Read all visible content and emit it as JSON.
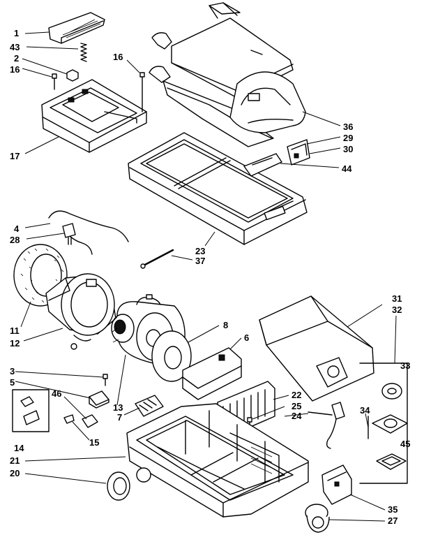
{
  "diagram": {
    "labels": [
      {
        "id": "l1",
        "text": "1"
      },
      {
        "id": "l43",
        "text": "43"
      },
      {
        "id": "l2",
        "text": "2"
      },
      {
        "id": "l16a",
        "text": "16"
      },
      {
        "id": "l16b",
        "text": "16"
      },
      {
        "id": "l17",
        "text": "17"
      },
      {
        "id": "l36",
        "text": "36"
      },
      {
        "id": "l29",
        "text": "29"
      },
      {
        "id": "l30",
        "text": "30"
      },
      {
        "id": "l44",
        "text": "44"
      },
      {
        "id": "l4",
        "text": "4"
      },
      {
        "id": "l28",
        "text": "28"
      },
      {
        "id": "l23",
        "text": "23"
      },
      {
        "id": "l37",
        "text": "37"
      },
      {
        "id": "l11",
        "text": "11"
      },
      {
        "id": "l12",
        "text": "12"
      },
      {
        "id": "l8",
        "text": "8"
      },
      {
        "id": "l6",
        "text": "6"
      },
      {
        "id": "l31",
        "text": "31"
      },
      {
        "id": "l32",
        "text": "32"
      },
      {
        "id": "l33",
        "text": "33"
      },
      {
        "id": "l3",
        "text": "3"
      },
      {
        "id": "l5",
        "text": "5"
      },
      {
        "id": "l46",
        "text": "46"
      },
      {
        "id": "l13",
        "text": "13"
      },
      {
        "id": "l7",
        "text": "7"
      },
      {
        "id": "l22",
        "text": "22"
      },
      {
        "id": "l25",
        "text": "25"
      },
      {
        "id": "l24",
        "text": "24"
      },
      {
        "id": "l34",
        "text": "34"
      },
      {
        "id": "l45",
        "text": "45"
      },
      {
        "id": "l14",
        "text": "14"
      },
      {
        "id": "l15",
        "text": "15"
      },
      {
        "id": "l21",
        "text": "21"
      },
      {
        "id": "l20",
        "text": "20"
      },
      {
        "id": "l35",
        "text": "35"
      },
      {
        "id": "l27",
        "text": "27"
      }
    ]
  }
}
